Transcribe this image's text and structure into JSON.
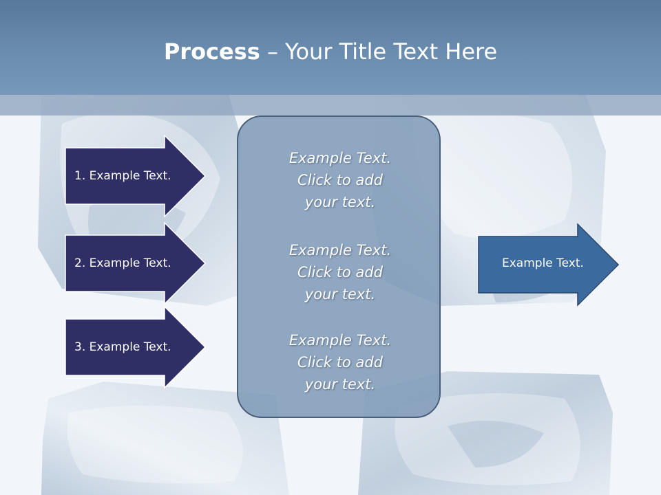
{
  "slide": {
    "title_bold": "Process",
    "title_rest": " – Your Title Text Here"
  },
  "steps": [
    {
      "label": "1. Example Text."
    },
    {
      "label": "2. Example Text."
    },
    {
      "label": "3. Example Text."
    }
  ],
  "center_box": {
    "paragraphs": [
      {
        "line1": "Example Text.",
        "line2": "Click  to add",
        "line3": "your text."
      },
      {
        "line1": "Example Text.",
        "line2": "Click  to add",
        "line3": "your text."
      },
      {
        "line1": "Example Text.",
        "line2": "Click  to add",
        "line3": "your text."
      }
    ]
  },
  "output_arrow": {
    "label": "Example Text."
  },
  "colors": {
    "header": "#6a8cae",
    "step_arrow_fill": "#2f2f66",
    "output_arrow_fill": "#3b6a9e",
    "center_box_fill": "#7a96b4"
  }
}
